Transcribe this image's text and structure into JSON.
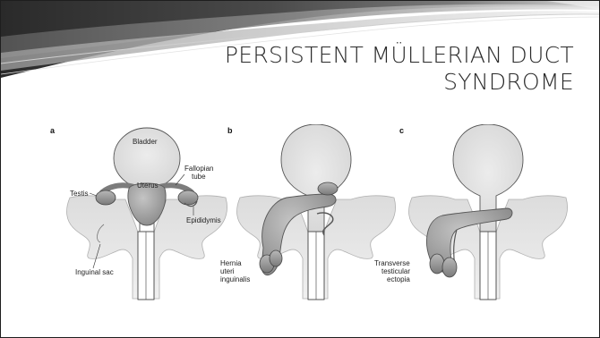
{
  "slide": {
    "title_line1": "PERSISTENT MÜLLERIAN DUCT",
    "title_line2": "SYNDROME"
  },
  "figure": {
    "panels": [
      {
        "letter": "a",
        "labels": {
          "bladder": "Bladder",
          "fallopian_line1": "Fallopian",
          "fallopian_line2": "tube",
          "uterus": "Uterus",
          "testis": "Testis",
          "epididymis": "Epididymis",
          "inguinal_sac": "Inguinal sac"
        }
      },
      {
        "letter": "b",
        "labels": {
          "hernia_line1": "Hernia",
          "hernia_line2": "uteri",
          "hernia_line3": "inguinalis"
        }
      },
      {
        "letter": "c",
        "labels": {
          "transverse_line1": "Transverse",
          "transverse_line2": "testicular",
          "transverse_line3": "ectopia"
        }
      }
    ]
  },
  "colors": {
    "title_text": "#2a2a2a",
    "frame": "#1e1e1e",
    "banner_dark": "#3c3c3c",
    "organ_gray": "#9a9a9a"
  }
}
